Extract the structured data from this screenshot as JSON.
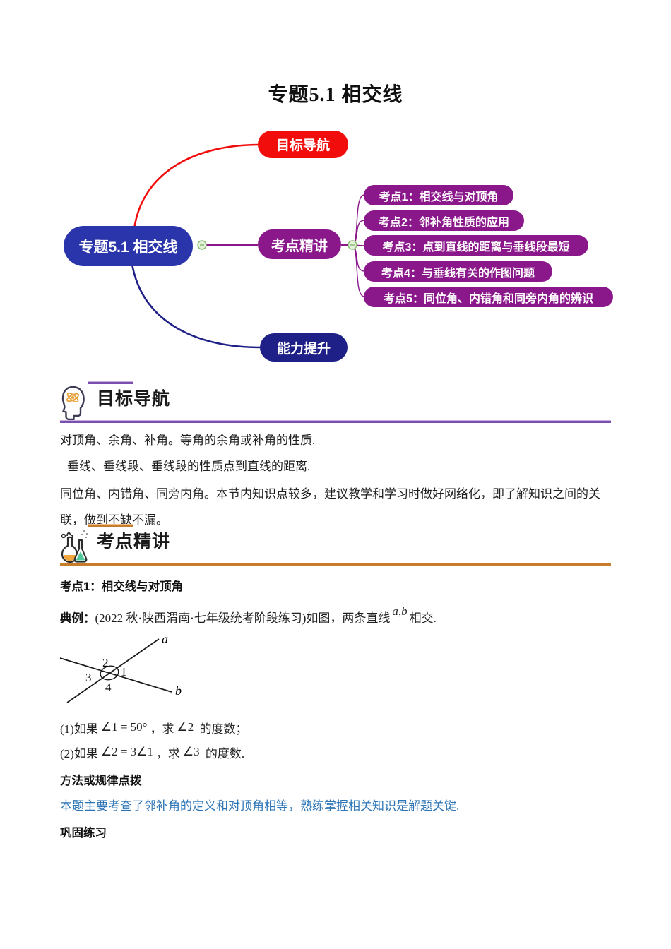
{
  "title": "专题5.1 相交线",
  "mindmap": {
    "root_label": "专题5.1 相交线",
    "branch_top_label": "目标导航",
    "branch_mid_label": "考点精讲",
    "branch_bottom_label": "能力提升",
    "subtopics": [
      "考点1：相交线与对顶角",
      "考点2：邻补角性质的应用",
      "考点3：点到直线的距离与垂线段最短",
      "考点4：与垂线有关的作图问题",
      "考点5：同位角、内错角和同旁内角的辨识"
    ],
    "colors": {
      "root": "#2b35ab",
      "branch_top": "#f20d0d",
      "branch_mid": "#8b188b",
      "branch_bottom": "#1f2087",
      "subtopic": "#8b188b"
    }
  },
  "goal_section": {
    "heading": "目标导航",
    "accent_color": "#7b4fae",
    "paragraphs": [
      "对顶角、余角、补角。等角的余角或补角的性质.",
      "垂线、垂线段、垂线段的性质点到直线的距离.",
      "同位角、内错角、同旁内角。本节内知识点较多，建议教学和学习时做好网络化，即了解知识之间的关联，做到不缺不漏。"
    ]
  },
  "keypoint_section": {
    "heading": "考点精讲",
    "accent_color": "#c87d2a",
    "topic1_heading": "考点1：相交线与对顶角",
    "example": {
      "label": "典例：",
      "text": "(2022 秋·陕西渭南·七年级统考阶段练习)如图，两条直线",
      "math": "a,b",
      "tail": "相交."
    },
    "figure": {
      "line_a_label": "a",
      "line_b_label": "b",
      "angle_1": "1",
      "angle_2": "2",
      "angle_3": "3",
      "angle_4": "4"
    },
    "questions": [
      {
        "pre": "(1)如果",
        "m1": "∠1 = 50°",
        "mid": "，求",
        "m2": "∠2",
        "post": " 的度数；"
      },
      {
        "pre": "(2)如果",
        "m1": "∠2 = 3∠1",
        "mid": "，求",
        "m2": "∠3",
        "post": " 的度数."
      }
    ],
    "method_heading": "方法或规律点拨",
    "method_note": "本题主要考查了邻补角的定义和对顶角相等，熟练掌握相关知识是解题关键.",
    "note_color": "#2e75b6",
    "practice_heading": "巩固练习"
  }
}
